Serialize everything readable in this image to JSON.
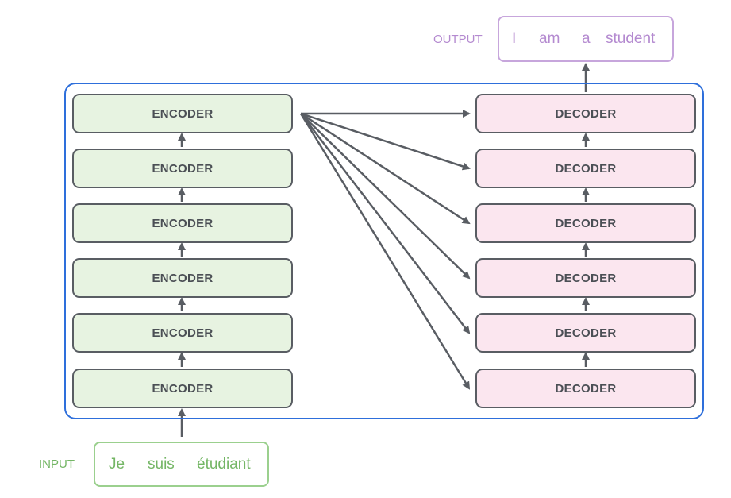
{
  "input": {
    "label": "INPUT",
    "words": [
      "Je",
      "suis",
      "étudiant"
    ]
  },
  "output": {
    "label": "OUTPUT",
    "words": [
      "I",
      "am",
      "a",
      "student"
    ]
  },
  "encoders": [
    "ENCODER",
    "ENCODER",
    "ENCODER",
    "ENCODER",
    "ENCODER",
    "ENCODER"
  ],
  "decoders": [
    "DECODER",
    "DECODER",
    "DECODER",
    "DECODER",
    "DECODER",
    "DECODER"
  ],
  "colors": {
    "encoder_fill": "#e7f3e1",
    "decoder_fill": "#fbe6ef",
    "stack_border": "#2e6fdb",
    "input_accent": "#74b665",
    "output_accent": "#b48ad0",
    "arrow": "#595d63"
  }
}
